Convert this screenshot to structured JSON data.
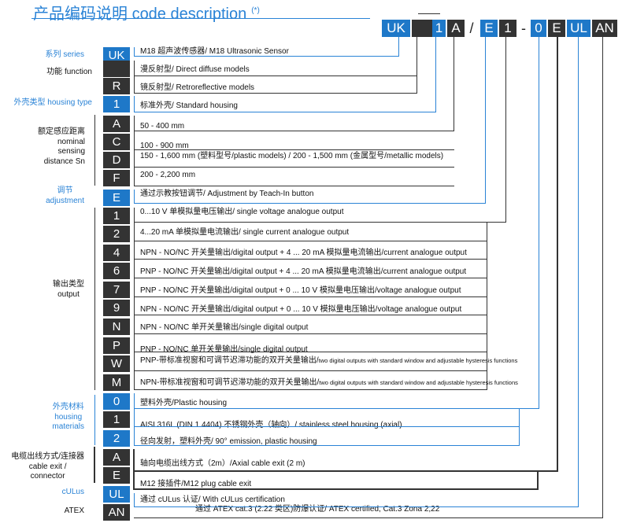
{
  "title": {
    "zh": "产品编码说明",
    "en": "code description",
    "mark": "(*)"
  },
  "code_header": [
    "UK",
    "",
    "1",
    "A",
    "/",
    "E",
    "1",
    "-",
    "0",
    "E",
    "UL",
    "AN"
  ],
  "groups": [
    {
      "zh": "系列",
      "en": "series"
    },
    {
      "zh": "功能",
      "en": "function"
    },
    {
      "zh": "外壳类型",
      "en": "housing type"
    },
    {
      "zh": "额定感应距离",
      "en1": "nominal",
      "en2": "sensing",
      "en3": "distance Sn"
    },
    {
      "zh": "调节",
      "en": "adjustment"
    },
    {
      "zh": "输出类型",
      "en": "output"
    },
    {
      "zh": "外壳材料",
      "en1": "housing",
      "en2": "materials"
    },
    {
      "zh": "电缆出线方式/连接器",
      "en1": "cable exit /",
      "en2": "connector"
    },
    {
      "en": "cULus"
    },
    {
      "en": "ATEX"
    }
  ],
  "rows": [
    {
      "code": "UK",
      "desc": "M18 超声波传感器/ M18 Ultrasonic Sensor"
    },
    {
      "code": "",
      "desc": "漫反射型/ Direct diffuse models"
    },
    {
      "code": "R",
      "desc": "镜反射型/ Retroreflective models"
    },
    {
      "code": "1",
      "desc": "标准外壳/ Standard housing"
    },
    {
      "code": "A",
      "desc": "50 - 400 mm"
    },
    {
      "code": "C",
      "desc": "100 - 900 mm"
    },
    {
      "code": "D",
      "desc": "150 - 1,600 mm (塑料型号/plastic models) / 200 - 1,500 mm (金属型号/metallic models)"
    },
    {
      "code": "F",
      "desc": "200 - 2,200 mm"
    },
    {
      "code": "E",
      "desc": "通过示教按钮调节/ Adjustment by Teach-In button"
    },
    {
      "code": "1",
      "desc": "0...10 V 单模拟量电压输出/ single voltage analogue output"
    },
    {
      "code": "2",
      "desc": "4...20 mA 单模拟量电流输出/ single current analogue  output"
    },
    {
      "code": "4",
      "desc": "NPN - NO/NC 开关量输出/digital output + 4 ... 20 mA 模拟量电流输出/current analogue output"
    },
    {
      "code": "6",
      "desc": "PNP - NO/NC 开关量输出/digital output + 4 ... 20 mA 模拟量电流输出/current analogue output"
    },
    {
      "code": "7",
      "desc": "PNP - NO/NC 开关量输出/digital output + 0 ... 10 V 模拟量电压输出/voltage analogue output"
    },
    {
      "code": "9",
      "desc": "NPN - NO/NC 开关量输出/digital output + 0 ... 10 V 模拟量电压输出/voltage analogue output"
    },
    {
      "code": "N",
      "desc": "NPN - NO/NC 单开关量输出/single digital  output"
    },
    {
      "code": "P",
      "desc": "PNP - NO/NC 单开关量输出/single digital output"
    },
    {
      "code": "W",
      "desc": "PNP-带标准视窗和可调节迟滞功能的双开关量输出/",
      "desc_small": "two digital outputs with standard window and adjustable hysteresis functions"
    },
    {
      "code": "M",
      "desc": "NPN-带标准视窗和可调节迟滞功能的双开关量输出/",
      "desc_small": "two digital outputs with standard window and adjustable hysteresis functions"
    },
    {
      "code": "0",
      "desc": "塑料外壳/Plastic housing"
    },
    {
      "code": "1",
      "desc": "AISI 316L (DIN 1.4404) 不锈钢外壳（轴向）/ stainless steel housing (axial)"
    },
    {
      "code": "2",
      "desc": "径向发射，塑料外壳/ 90° emission, plastic housing"
    },
    {
      "code": "A",
      "desc": "轴向电缆出线方式（2m）/Axial cable exit (2 m)"
    },
    {
      "code": "E",
      "desc": "M12 接插件/M12 plug cable exit"
    },
    {
      "code": "UL",
      "desc": "通过 cULus 认证/ With cULus certification"
    },
    {
      "code": "AN",
      "desc": "通过 ATEX cat.3 (2.22 类区)防爆认证/ ATEX certified, Cat.3 Zona 2,22"
    }
  ],
  "colors": {
    "blue": "#1e78c8",
    "dark": "#333333",
    "title": "#2a83d6"
  }
}
